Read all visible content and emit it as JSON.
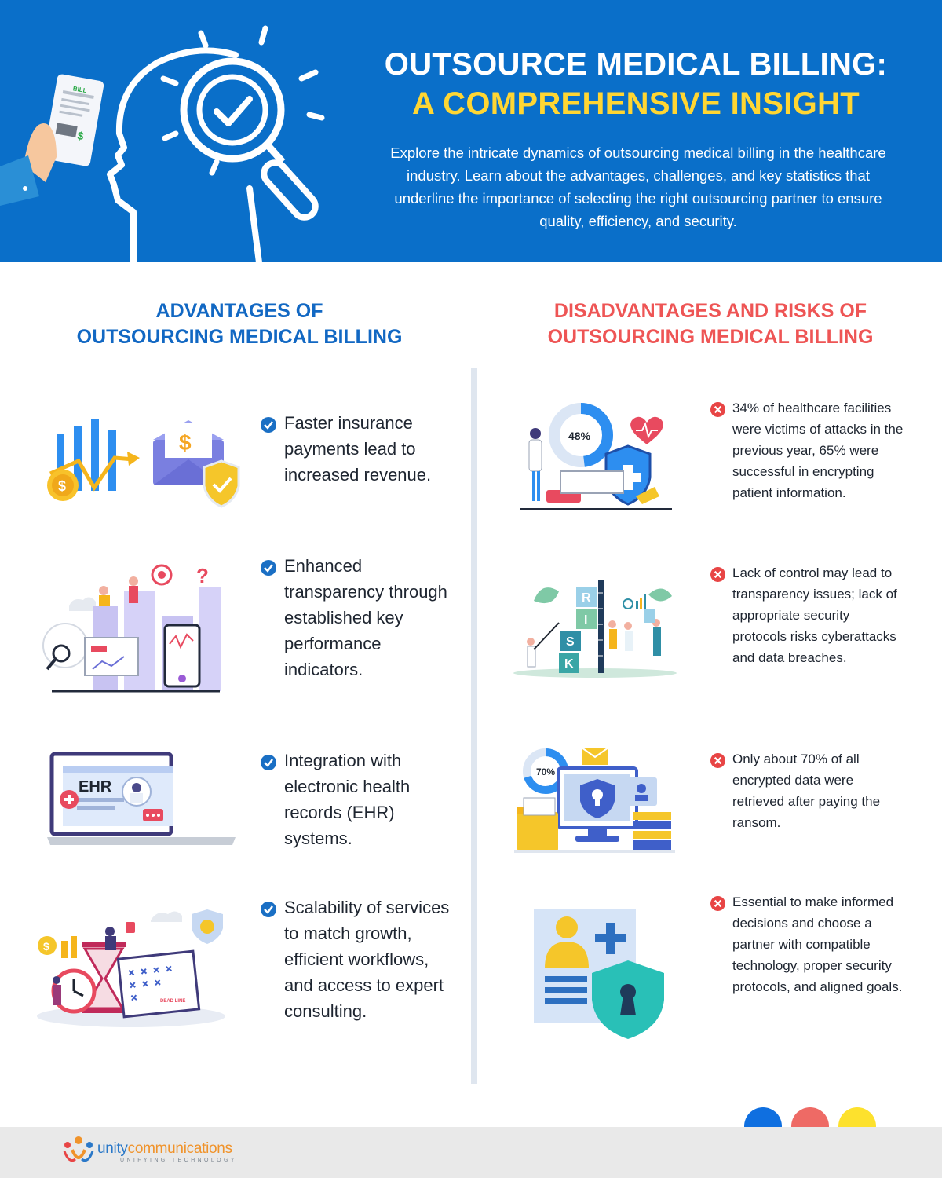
{
  "hero": {
    "title_line1": "OUTSOURCE MEDICAL BILLING:",
    "title_line2": "A COMPREHENSIVE INSIGHT",
    "description": "Explore the intricate dynamics of outsourcing medical billing in the healthcare industry. Learn about the advantages, challenges, and key statistics that underline the importance of selecting the right outsourcing partner to ensure quality, efficiency, and security.",
    "bill_label": "BILL",
    "bill_symbol": "$"
  },
  "advantages": {
    "heading_line1": "ADVANTAGES OF",
    "heading_line2": "OUTSOURCING MEDICAL BILLING",
    "items": [
      {
        "text": "Faster insurance payments lead to increased revenue.",
        "icon": "check-circle-icon"
      },
      {
        "text": "Enhanced transparency through established key performance indicators.",
        "icon": "check-circle-icon"
      },
      {
        "text": "Integration with electronic health records (EHR) systems.",
        "icon": "check-circle-icon"
      },
      {
        "text": "Scalability of services to match growth, efficient workflows, and access to expert consulting.",
        "icon": "check-circle-icon"
      }
    ],
    "illus_labels": {
      "ehr": "EHR",
      "deadline": "DEAD LINE",
      "question": "?",
      "dollar": "$"
    }
  },
  "disadvantages": {
    "heading_line1": "DISADVANTAGES AND RISKS OF",
    "heading_line2": "OUTSOURCING MEDICAL BILLING",
    "items": [
      {
        "text": "34% of healthcare facilities were victims of attacks in the previous year, 65% were successful in encrypting patient information.",
        "icon": "x-circle-icon"
      },
      {
        "text": "Lack of control may lead to transparency issues; lack of appropriate security protocols risks cyberattacks and data breaches.",
        "icon": "x-circle-icon"
      },
      {
        "text": "Only about 70% of all encrypted data were retrieved after paying the ransom.",
        "icon": "x-circle-icon"
      },
      {
        "text": "Essential to make informed decisions and choose a partner with compatible technology, proper security protocols, and aligned goals.",
        "icon": "x-circle-icon"
      }
    ],
    "illus_labels": {
      "donut1": "48%",
      "donut1_value": 48,
      "risk_letters": [
        "R",
        "I",
        "S",
        "K"
      ],
      "donut2": "70%",
      "donut2_value": 70
    }
  },
  "footer": {
    "logo_unity": "unity",
    "logo_comm": "communications",
    "tagline": "UNIFYING TECHNOLOGY",
    "dots": [
      "#0f6fe0",
      "#ee6a65",
      "#fde12d"
    ]
  },
  "colors": {
    "hero_bg": "#0a6fc9",
    "accent_yellow": "#ffd633",
    "advantage_blue": "#1268c3",
    "risk_red": "#ee5555",
    "check_blue": "#1a6fc4",
    "x_red": "#e84545"
  }
}
